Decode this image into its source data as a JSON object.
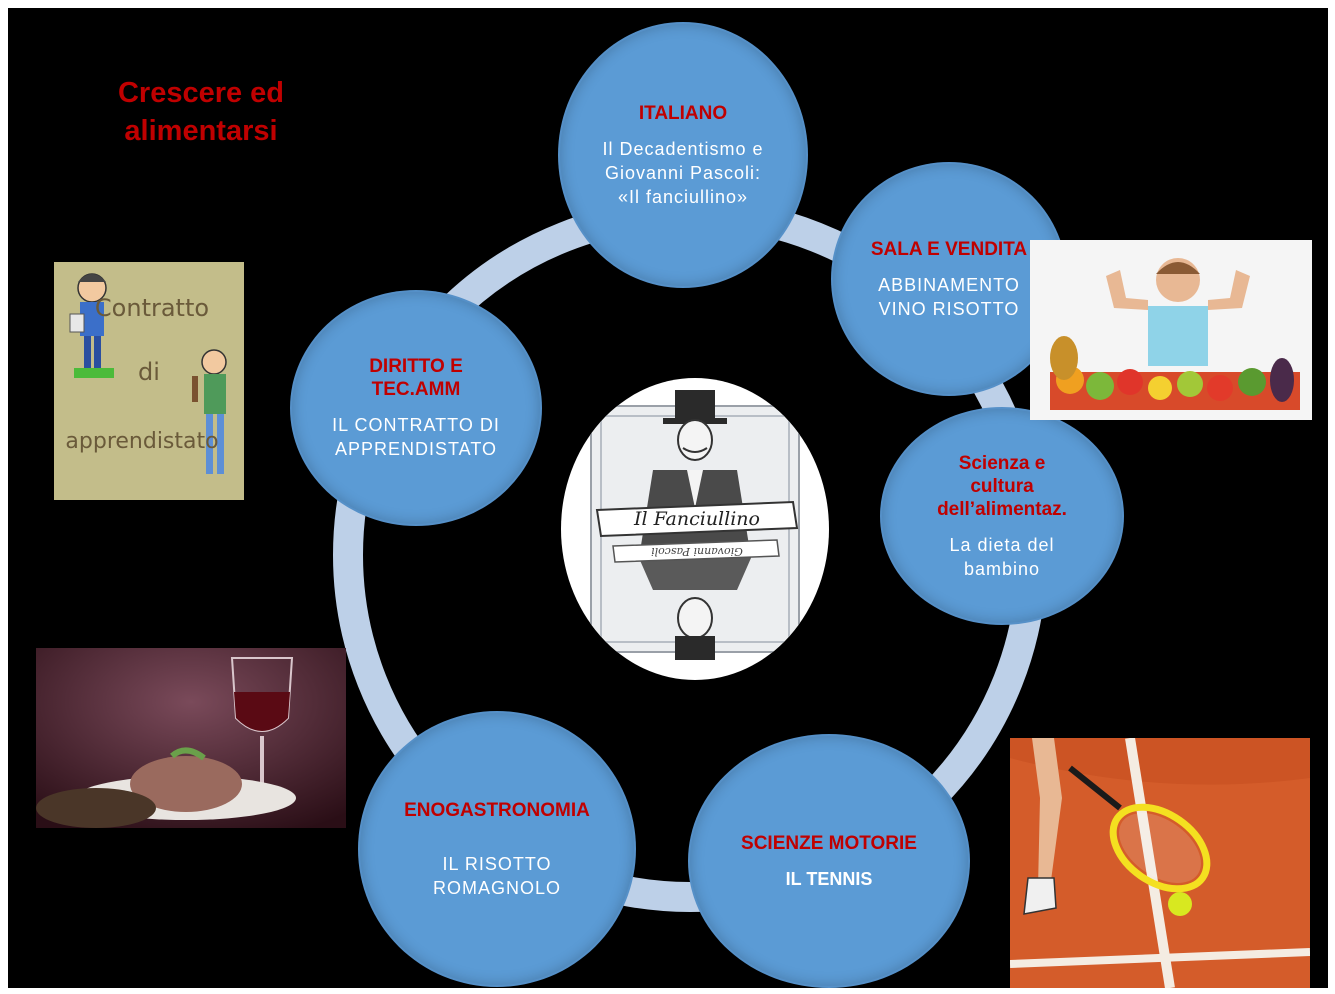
{
  "slide": {
    "title_lines": [
      "Crescere ed",
      "alimentarsi"
    ],
    "center_image": {
      "kind": "illustration",
      "banner_text": "Il Fanciullino",
      "signature_text": "Giovanni Pascoli"
    },
    "nodes": [
      {
        "id": "italiano",
        "subject": "ITALIANO",
        "description": "Il Decadentismo e\nGiovanni Pascoli:\n«Il fanciullino»"
      },
      {
        "id": "sala",
        "subject": "SALA E VENDITA",
        "description": "ABBINAMENTO\nVINO RISOTTO"
      },
      {
        "id": "scienza",
        "subject": "Scienza e\ncultura\ndell’alimentaz.",
        "description": "La dieta del\nbambino"
      },
      {
        "id": "motorie",
        "subject": "SCIENZE MOTORIE",
        "description": "IL TENNIS"
      },
      {
        "id": "eno",
        "subject": "ENOGASTRONOMIA",
        "description": "IL RISOTTO\nROMAGNOLO"
      },
      {
        "id": "diritto",
        "subject": "DIRITTO E\nTEC.AMM",
        "description": "IL CONTRATTO DI\nAPPRENDISTATO"
      }
    ],
    "images": {
      "contratto": {
        "lines": [
          "Contratto",
          "di",
          "apprendistato"
        ]
      },
      "child_vegetables": {
        "kind": "photo"
      },
      "wine_risotto": {
        "kind": "photo"
      },
      "tennis": {
        "kind": "photo"
      }
    }
  },
  "colors": {
    "background": "#000000",
    "node_fill": "#5b9bd5",
    "ring": "#bdd0e8",
    "subject_text": "#c00000",
    "title_text": "#c00000"
  }
}
